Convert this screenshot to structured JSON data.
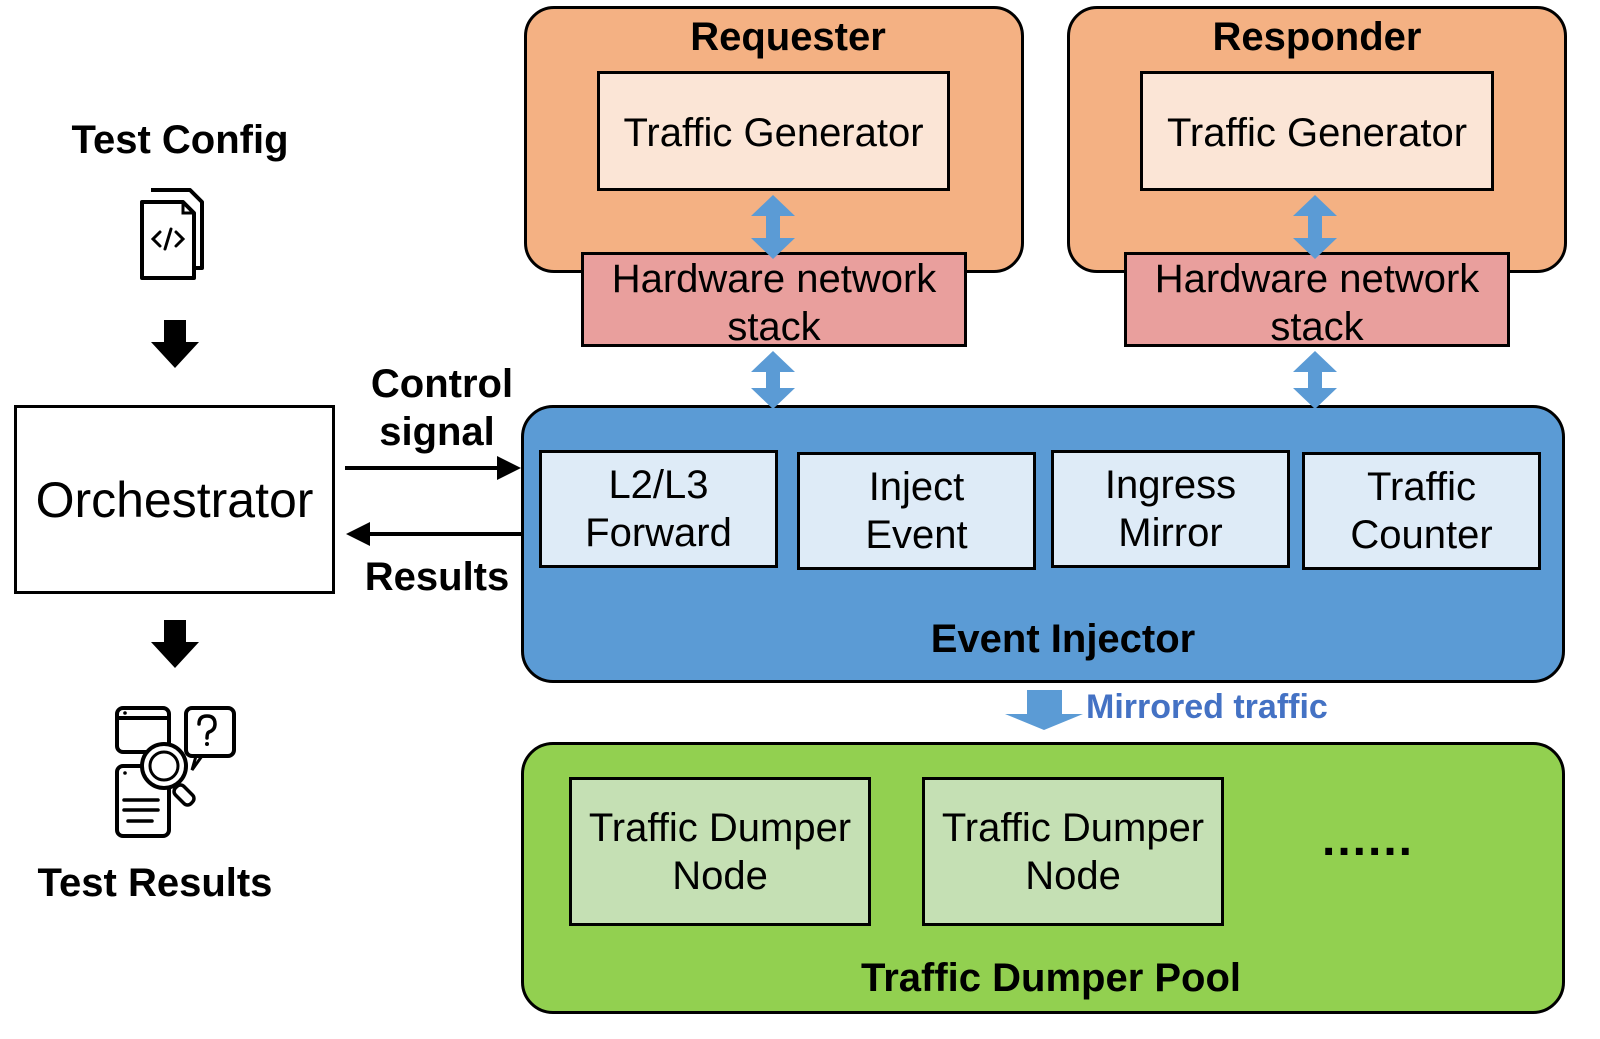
{
  "left": {
    "test_config_label": "Test Config",
    "config_icon": "code-file-icon",
    "orchestrator_label": "Orchestrator",
    "results_icon": "search-results-icon",
    "test_results_label": "Test Results"
  },
  "links": {
    "control_signal_label_line1": "Control",
    "control_signal_label_line2": "signal",
    "results_label": "Results",
    "mirrored_traffic_label": "Mirrored traffic"
  },
  "requester": {
    "title": "Requester",
    "generator": "Traffic Generator",
    "stack_line1": "Hardware network",
    "stack_line2": "stack"
  },
  "responder": {
    "title": "Responder",
    "generator": "Traffic Generator",
    "stack_line1": "Hardware network",
    "stack_line2": "stack"
  },
  "event_injector": {
    "title": "Event Injector",
    "modules": [
      {
        "line1": "L2/L3",
        "line2": "Forward"
      },
      {
        "line1": "Inject",
        "line2": "Event"
      },
      {
        "line1": "Ingress",
        "line2": "Mirror"
      },
      {
        "line1": "Traffic",
        "line2": "Counter"
      }
    ]
  },
  "dumper_pool": {
    "title": "Traffic Dumper Pool",
    "nodes": [
      {
        "line1": "Traffic Dumper",
        "line2": "Node"
      },
      {
        "line1": "Traffic Dumper",
        "line2": "Node"
      }
    ],
    "ellipsis": "......"
  },
  "colors": {
    "requester_fill": "#f4b183",
    "generator_fill": "#fbe5d6",
    "stack_fill": "#e99f9d",
    "injector_fill": "#5b9bd5",
    "module_fill": "#deebf7",
    "pool_fill": "#92d050",
    "node_fill": "#c5e0b4",
    "arrow_blue": "#5b9bd5",
    "mirrored_text": "#4472c4"
  }
}
